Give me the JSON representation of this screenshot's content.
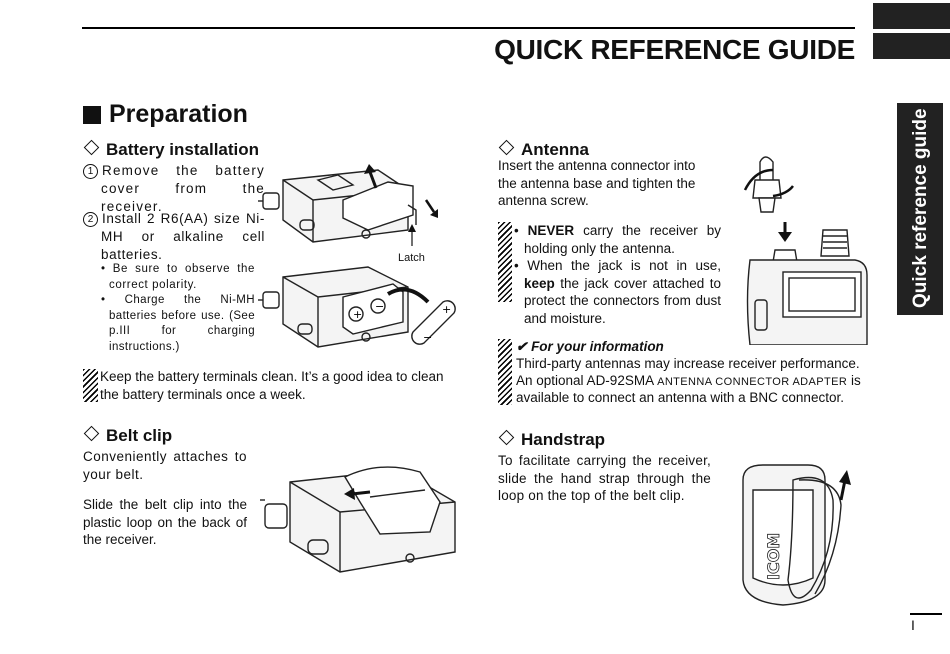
{
  "header": {
    "title": "QUICK REFERENCE GUIDE"
  },
  "side_tab": {
    "label": "Quick reference guide"
  },
  "page_number": "I",
  "preparation": {
    "heading": "Preparation"
  },
  "battery": {
    "heading": "Battery installation",
    "step1_num": "1",
    "step1_text": "Remove the battery cover from the receiver.",
    "step2_num": "2",
    "step2_text": "Install 2 R6(AA) size Ni-MH or alkaline cell batteries.",
    "bullet1": "Be sure to observe the correct polarity.",
    "bullet2": "Charge the Ni-MH batteries before use. (See p.III for charging instructions.)",
    "note": "Keep the battery terminals clean. It’s a good idea to clean the battery terminals once a week.",
    "latch_label": "Latch"
  },
  "belt_clip": {
    "heading": "Belt clip",
    "p1": "Conveniently attaches to your belt.",
    "p2": "Slide the belt clip into the plastic loop on the back of the receiver."
  },
  "antenna": {
    "heading": "Antenna",
    "p1": "Insert the antenna connector into the antenna base and tighten the antenna screw.",
    "warn1_bold": "NEVER",
    "warn1_rest": " carry the receiver by holding only the antenna.",
    "warn2_a": "When the jack is not in use, ",
    "warn2_bold": "keep",
    "warn2_b": " the jack cover attached to protect the connectors from dust and moisture.",
    "fyi_title": "For your information",
    "fyi_line1": "Third-party antennas may increase receiver performance.",
    "fyi_line2a": "An optional AD-92SMA ",
    "fyi_line2b": "ANTENNA CONNECTOR ADAPTER",
    "fyi_line2c": " is",
    "fyi_line3": "available to connect an antenna with a BNC connector."
  },
  "handstrap": {
    "heading": "Handstrap",
    "p1": "To facilitate carrying the receiver, slide the hand strap through the loop on the top of the belt clip.",
    "brand": "ICOM"
  }
}
